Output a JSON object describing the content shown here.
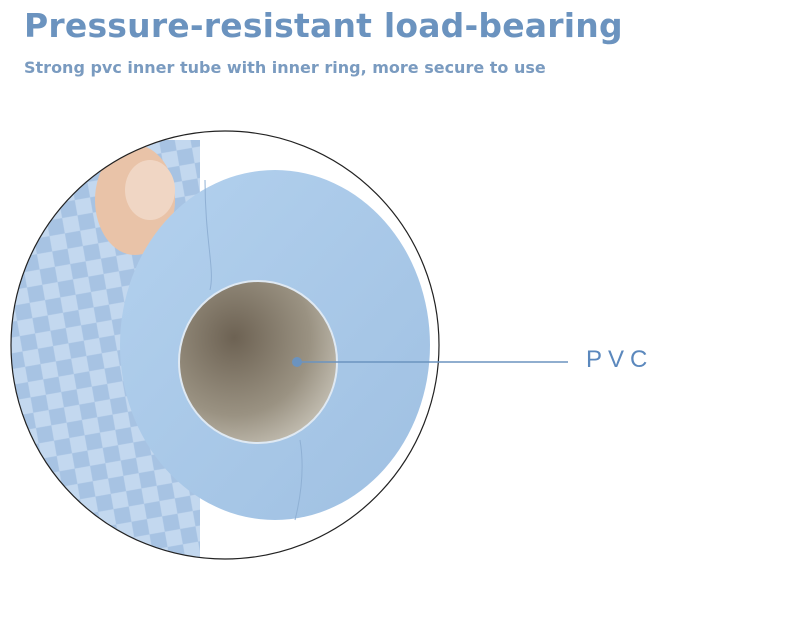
{
  "header": {
    "title": "Pressure-resistant load-bearing",
    "subtitle": "Strong pvc inner tube with inner ring, more secure to use"
  },
  "callout": {
    "label": "PVC",
    "color": "#6b93bf"
  },
  "colors": {
    "title": "#6b93bf",
    "tube": "#a9c8e8",
    "inner": "#8a8070"
  }
}
